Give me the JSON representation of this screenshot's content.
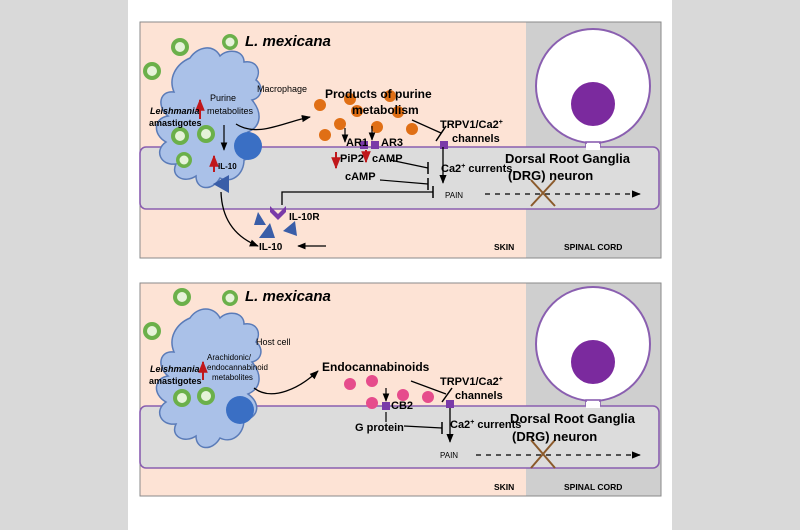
{
  "colors": {
    "background": "#d9d9d9",
    "skin": "#fde3d5",
    "spinal_cord": "#cfcfcf",
    "neuron_outline": "#8a5fb0",
    "neuron_nucleus": "#7b2a9e",
    "macrophage_fill": "#aac1e8",
    "macrophage_stroke": "#5a7bb8",
    "parasite_fill": "#6bb04a",
    "parasite_core": "#e6f3d9",
    "nucleus_blue": "#3a6fc4",
    "purine_orange": "#e06f15",
    "cannabinoid_pink": "#e64c8c",
    "receptor_purple": "#7a3aa8",
    "il10_triangle": "#3a5ea8",
    "arrow_red": "#c0171b"
  },
  "panel_top": {
    "pathogen_label": "L. mexicana",
    "host_cell_label": "Macrophage",
    "amastigotes_italic": "Leishmania",
    "amastigotes_rest": "amastigotes",
    "metabolites_line1": "Purine",
    "metabolites_line2": "metabolites",
    "il10_inside": "IL-10",
    "products_line1": "Products of purine",
    "products_line2": "metabolism",
    "ar1": "AR1",
    "ar3": "AR3",
    "trpv1_line1": "TRPV1/Ca2",
    "trpv1_sup": "+",
    "trpv1_line2": "channels",
    "pip2": "PiP2",
    "camp_1": "cAMP",
    "camp_2": "cAMP",
    "ca_currents": "Ca2",
    "ca_currents_sup": "+",
    "ca_currents_rest": " currents",
    "drg_line1": "Dorsal Root Ganglia",
    "drg_line2": "(DRG) neuron",
    "pain": "PAIN",
    "il10r": "IL-10R",
    "il10_outside": "IL-10",
    "skin": "SKIN",
    "spinal_cord": "SPINAL CORD"
  },
  "panel_bottom": {
    "pathogen_label": "L. mexicana",
    "host_cell_label": "Host cell",
    "amastigotes_italic": "Leishmania",
    "amastigotes_rest": "amastigotes",
    "metabolites_line1": "Arachidonic/",
    "metabolites_line2": "endocannabinoid",
    "metabolites_line3": "metabolites",
    "endocannabinoids": "Endocannabinoids",
    "cb2": "CB2",
    "trpv1_line1": "TRPV1/Ca2",
    "trpv1_sup": "+",
    "trpv1_line2": "channels",
    "g_protein": "G protein",
    "ca_currents": "Ca2",
    "ca_currents_sup": "+",
    "ca_currents_rest": " currents",
    "drg_line1": "Dorsal Root Ganglia",
    "drg_line2": "(DRG) neuron",
    "pain": "PAIN",
    "skin": "SKIN",
    "spinal_cord": "SPINAL CORD"
  }
}
